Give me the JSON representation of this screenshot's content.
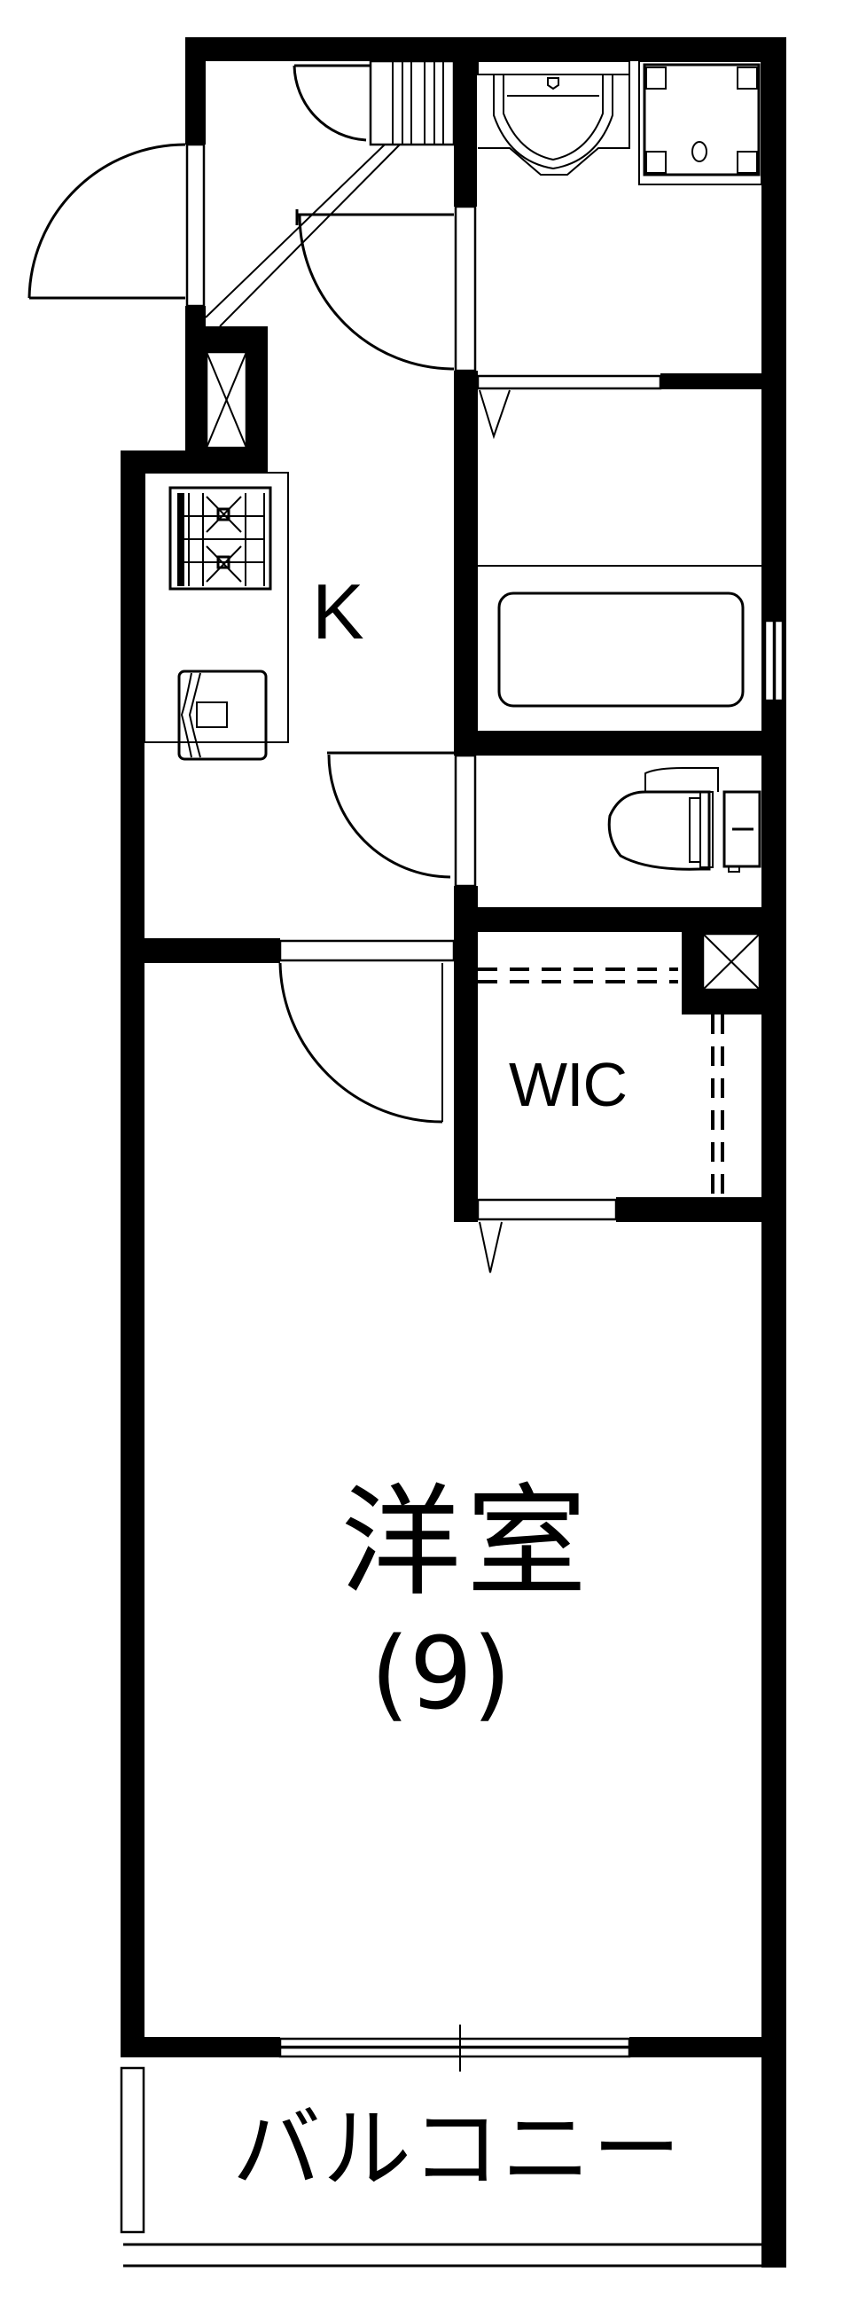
{
  "floor_plan": {
    "type": "1K apartment floor plan",
    "colors": {
      "wall": "#000000",
      "background": "#ffffff",
      "text": "#000000"
    },
    "rooms": [
      {
        "id": "kitchen",
        "label": "K"
      },
      {
        "id": "walk-in-closet",
        "label": "WIC"
      },
      {
        "id": "western-room",
        "label": "洋室",
        "size": "(9)"
      },
      {
        "id": "balcony",
        "label": "バルコニー"
      },
      {
        "id": "entrance",
        "label": ""
      },
      {
        "id": "washroom",
        "label": ""
      },
      {
        "id": "bathroom",
        "label": ""
      },
      {
        "id": "toilet",
        "label": ""
      }
    ],
    "labels": {
      "kitchen": "K",
      "wic": "WIC",
      "western_room": "洋室",
      "western_room_size": "(9)",
      "balcony": "バルコニー"
    },
    "fixtures": [
      "entrance-door",
      "shoe-cabinet",
      "pipe-shaft",
      "two-burner-stove",
      "kitchen-sink",
      "wash-basin",
      "washing-machine-pan",
      "bathtub",
      "toilet",
      "closet-hanger-pipe",
      "balcony-sliding-window"
    ]
  }
}
